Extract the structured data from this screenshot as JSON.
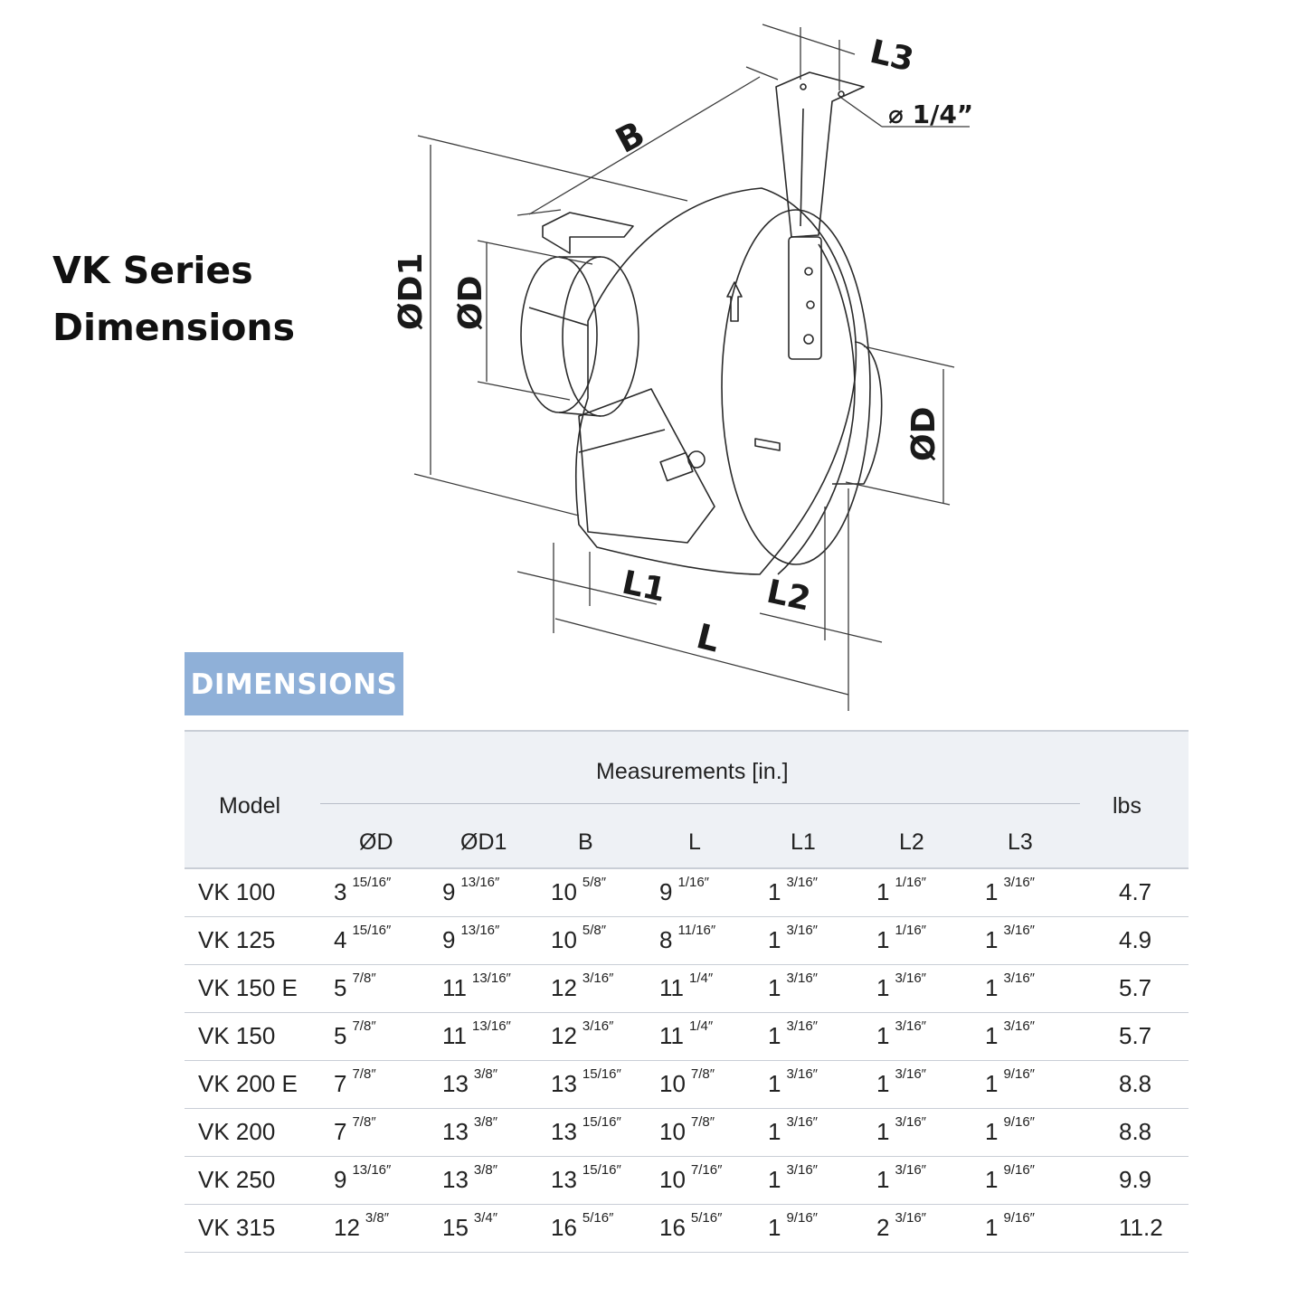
{
  "title": {
    "line1": "VK Series",
    "line2": "Dimensions"
  },
  "diagram": {
    "labels": {
      "L3": "L3",
      "B": "B",
      "hole": "⌀ 1/4”",
      "D1": "ØD1",
      "D_left": "ØD",
      "D_right": "ØD",
      "L1": "L1",
      "L2": "L2",
      "L": "L"
    }
  },
  "banner": "DIMENSIONS",
  "table": {
    "model_header": "Model",
    "measurements_header": "Measurements [in.]",
    "lbs_header": "lbs",
    "columns": [
      "ØD",
      "ØD1",
      "B",
      "L",
      "L1",
      "L2",
      "L3"
    ],
    "rows": [
      {
        "model": "VK 100",
        "lbs": "4.7",
        "cells": [
          [
            "3",
            "15/16″"
          ],
          [
            "9",
            "13/16″"
          ],
          [
            "10",
            "5/8″"
          ],
          [
            "9",
            "1/16″"
          ],
          [
            "1",
            "3/16″"
          ],
          [
            "1",
            "1/16″"
          ],
          [
            "1",
            "3/16″"
          ]
        ]
      },
      {
        "model": "VK 125",
        "lbs": "4.9",
        "cells": [
          [
            "4",
            "15/16″"
          ],
          [
            "9",
            "13/16″"
          ],
          [
            "10",
            "5/8″"
          ],
          [
            "8",
            "11/16″"
          ],
          [
            "1",
            "3/16″"
          ],
          [
            "1",
            "1/16″"
          ],
          [
            "1",
            "3/16″"
          ]
        ]
      },
      {
        "model": "VK 150 E",
        "lbs": "5.7",
        "cells": [
          [
            "5",
            "7/8″"
          ],
          [
            "11",
            "13/16″"
          ],
          [
            "12",
            "3/16″"
          ],
          [
            "11",
            "1/4″"
          ],
          [
            "1",
            "3/16″"
          ],
          [
            "1",
            "3/16″"
          ],
          [
            "1",
            "3/16″"
          ]
        ]
      },
      {
        "model": "VK 150",
        "lbs": "5.7",
        "cells": [
          [
            "5",
            "7/8″"
          ],
          [
            "11",
            "13/16″"
          ],
          [
            "12",
            "3/16″"
          ],
          [
            "11",
            "1/4″"
          ],
          [
            "1",
            "3/16″"
          ],
          [
            "1",
            "3/16″"
          ],
          [
            "1",
            "3/16″"
          ]
        ]
      },
      {
        "model": "VK 200 E",
        "lbs": "8.8",
        "cells": [
          [
            "7",
            "7/8″"
          ],
          [
            "13",
            "3/8″"
          ],
          [
            "13",
            "15/16″"
          ],
          [
            "10",
            "7/8″"
          ],
          [
            "1",
            "3/16″"
          ],
          [
            "1",
            "3/16″"
          ],
          [
            "1",
            "9/16″"
          ]
        ]
      },
      {
        "model": "VK 200",
        "lbs": "8.8",
        "cells": [
          [
            "7",
            "7/8″"
          ],
          [
            "13",
            "3/8″"
          ],
          [
            "13",
            "15/16″"
          ],
          [
            "10",
            "7/8″"
          ],
          [
            "1",
            "3/16″"
          ],
          [
            "1",
            "3/16″"
          ],
          [
            "1",
            "9/16″"
          ]
        ]
      },
      {
        "model": "VK 250",
        "lbs": "9.9",
        "cells": [
          [
            "9",
            "13/16″"
          ],
          [
            "13",
            "3/8″"
          ],
          [
            "13",
            "15/16″"
          ],
          [
            "10",
            "7/16″"
          ],
          [
            "1",
            "3/16″"
          ],
          [
            "1",
            "3/16″"
          ],
          [
            "1",
            "9/16″"
          ]
        ]
      },
      {
        "model": "VK 315",
        "lbs": "11.2",
        "cells": [
          [
            "12",
            "3/8″"
          ],
          [
            "15",
            "3/4″"
          ],
          [
            "16",
            "5/16″"
          ],
          [
            "16",
            "5/16″"
          ],
          [
            "1",
            "9/16″"
          ],
          [
            "2",
            "3/16″"
          ],
          [
            "1",
            "9/16″"
          ]
        ]
      }
    ]
  }
}
